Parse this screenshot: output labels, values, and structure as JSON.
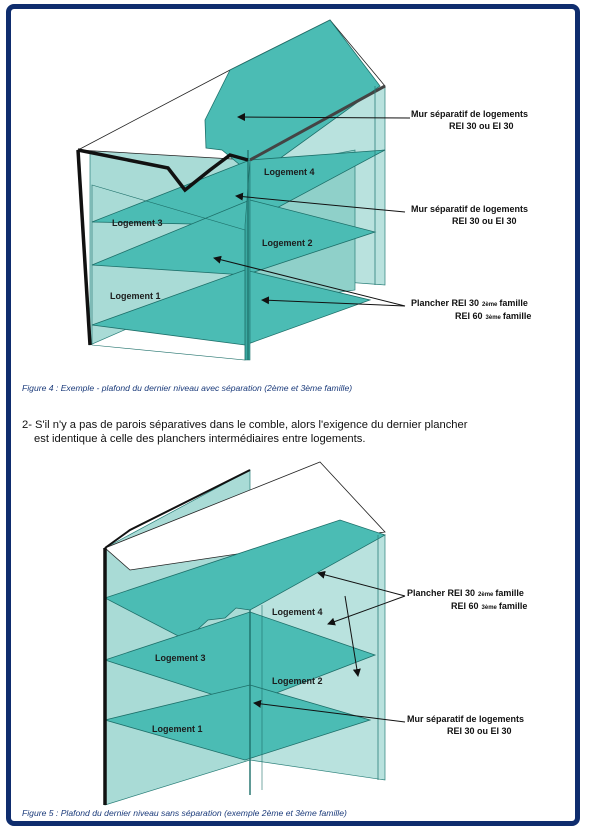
{
  "figure4": {
    "rooms": [
      "Logement 4",
      "Logement 3",
      "Logement 2",
      "Logement 1"
    ],
    "callout_wall_top": {
      "line1": "Mur séparatif de logements",
      "line2": "REI 30 ou EI 30"
    },
    "callout_wall_mid": {
      "line1": "Mur séparatif de logements",
      "line2": "REI 30 ou EI 30"
    },
    "callout_floor": {
      "line1_main": "Plancher REI 30",
      "line1_sup": "2ème",
      "line1_end": "famille",
      "line2_main": "REI 60",
      "line2_sup": "3ème",
      "line2_end": "famille"
    },
    "caption": "Figure 4 : Exemple - plafond du dernier niveau avec séparation (2ème et 3ème famille)"
  },
  "paragraph": {
    "line1": "2- S'il n'y a pas de parois séparatives dans le comble, alors l'exigence du dernier plancher",
    "line2": "est identique à celle des planchers intermédiaires entre logements."
  },
  "figure5": {
    "rooms": [
      "Logement 4",
      "Logement 3",
      "Logement 2",
      "Logement 1"
    ],
    "callout_floor": {
      "line1_main": "Plancher REI 30",
      "line1_sup": "2ème",
      "line1_end": "famille",
      "line2_main": "REI 60",
      "line2_sup": "3ème",
      "line2_end": "famille"
    },
    "callout_wall": {
      "line1": "Mur séparatif de logements",
      "line2": "REI 30 ou EI 30"
    },
    "caption": "Figure 5 : Plafond du dernier niveau sans séparation (exemple 2ème et 3ème famille)"
  },
  "colors": {
    "teal": "#4bbcb4",
    "teal_light": "#b9e2de",
    "frame": "#0f2d6e"
  }
}
